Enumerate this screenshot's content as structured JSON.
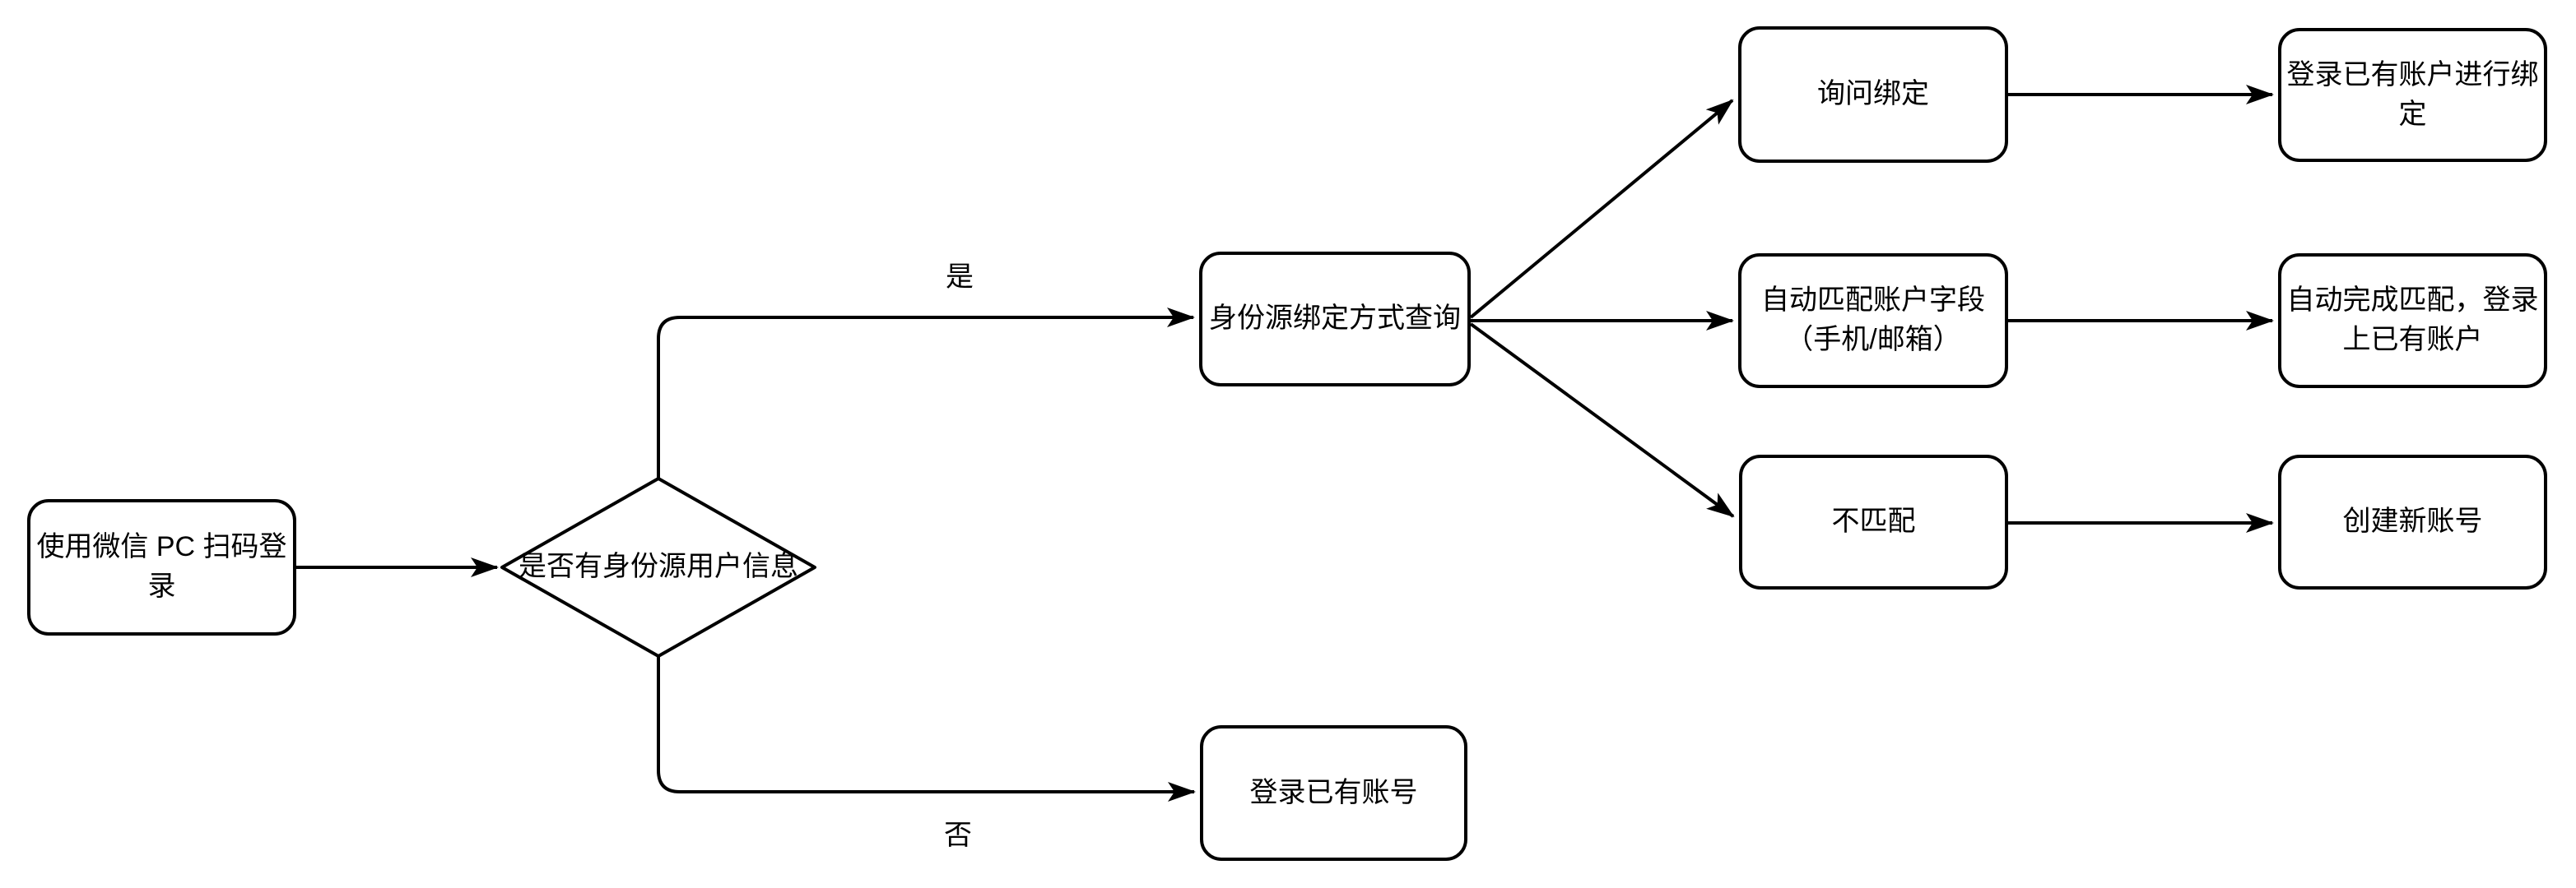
{
  "diagram": {
    "title": "wechat-pc-scan-login-flowchart",
    "background_color": "#ffffff",
    "stroke_color": "#000000",
    "text_color": "#000000",
    "nodes": {
      "start": {
        "label": "使用微信 PC 扫码登录",
        "shape": "rounded-rect"
      },
      "decision": {
        "label": "是否有身份源用户信息",
        "shape": "diamond"
      },
      "query": {
        "label": "身份源绑定方式查询",
        "shape": "rounded-rect"
      },
      "ask_bind": {
        "label": "询问绑定",
        "shape": "rounded-rect"
      },
      "login_bind": {
        "label": "登录已有账户进行绑定",
        "shape": "rounded-rect"
      },
      "auto_match": {
        "label": "自动匹配账户字段（手机/邮箱）",
        "shape": "rounded-rect"
      },
      "auto_complete": {
        "label": "自动完成匹配，登录上已有账户",
        "shape": "rounded-rect"
      },
      "no_match": {
        "label": "不匹配",
        "shape": "rounded-rect"
      },
      "create_new": {
        "label": "创建新账号",
        "shape": "rounded-rect"
      },
      "login_existing": {
        "label": "登录已有账号",
        "shape": "rounded-rect"
      }
    },
    "edge_labels": {
      "yes": "是",
      "no": "否"
    },
    "edges": [
      {
        "from": "start",
        "to": "decision"
      },
      {
        "from": "decision",
        "to": "query",
        "label": "是"
      },
      {
        "from": "decision",
        "to": "login_existing",
        "label": "否"
      },
      {
        "from": "query",
        "to": "ask_bind"
      },
      {
        "from": "query",
        "to": "auto_match"
      },
      {
        "from": "query",
        "to": "no_match"
      },
      {
        "from": "ask_bind",
        "to": "login_bind"
      },
      {
        "from": "auto_match",
        "to": "auto_complete"
      },
      {
        "from": "no_match",
        "to": "create_new"
      }
    ]
  }
}
